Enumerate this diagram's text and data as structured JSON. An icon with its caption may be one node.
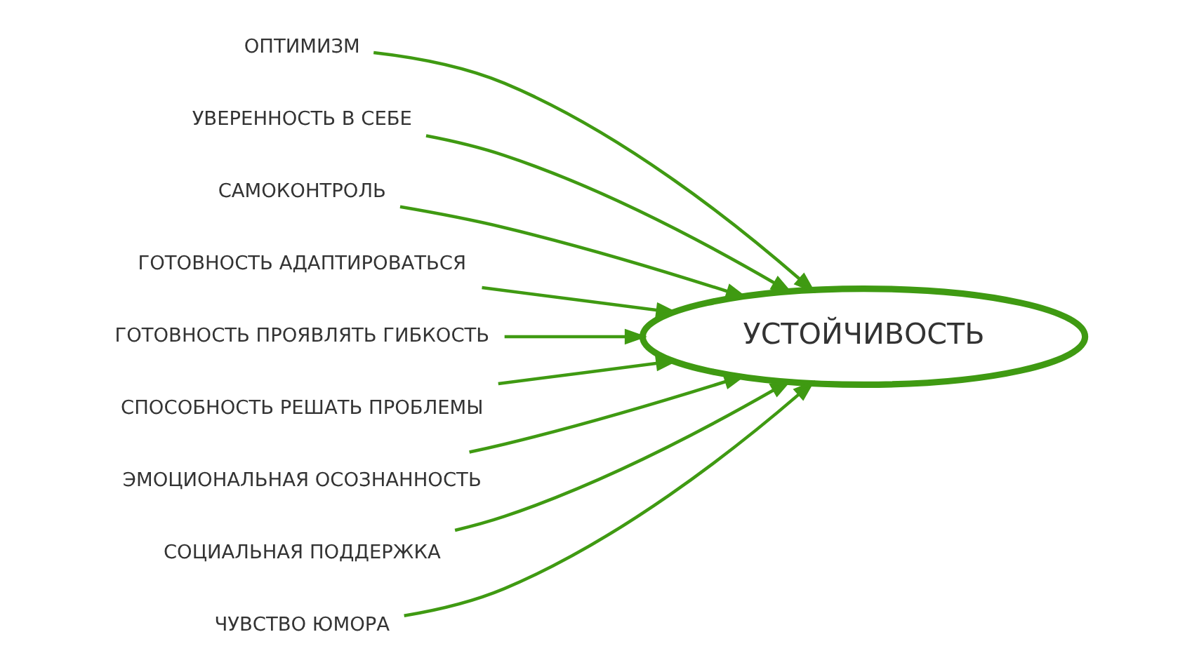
{
  "diagram": {
    "nodes": [
      {
        "text": [
          "ОПТИМИЗМ"
        ]
      },
      {
        "text": [
          "УВЕРЕННОСТЬ В СЕБЕ"
        ]
      },
      {
        "text": [
          "САМОКОНТРОЛЬ"
        ]
      },
      {
        "text": [
          "ГОТОВНОСТЬ АДАПТИРОВАТЬСЯ"
        ]
      },
      {
        "text": [
          "ГОТОВНОСТЬ ПРОЯВЛЯТЬ ГИБКОСТЬ"
        ]
      },
      {
        "text": [
          "УСТОЙЧИВОСТЬ"
        ]
      },
      {
        "text": [
          "СПОСОБНОСТЬ РЕШАТЬ ПРОБЛЕМЫ"
        ]
      },
      {
        "text": [
          "ЭМОЦИОНАЛЬНАЯ ОСОЗНАННОСТЬ"
        ]
      },
      {
        "text": [
          "СОЦИАЛЬНАЯ ПОДДЕРЖКА"
        ]
      },
      {
        "text": [
          "ЧУВСТВО ЮМОРА"
        ]
      }
    ],
    "edges": [
      {
        "from": 0,
        "to": 5,
        "arrow": "to"
      },
      {
        "from": 1,
        "to": 5,
        "arrow": "to"
      },
      {
        "from": 2,
        "to": 5,
        "arrow": "to"
      },
      {
        "from": 3,
        "to": 5,
        "arrow": "to"
      },
      {
        "from": 4,
        "to": 5,
        "arrow": "to"
      },
      {
        "from": 6,
        "to": 5,
        "arrow": "to"
      },
      {
        "from": 7,
        "to": 5,
        "arrow": "to"
      },
      {
        "from": 8,
        "to": 5,
        "arrow": "to"
      },
      {
        "from": 9,
        "to": 5,
        "arrow": "to"
      }
    ]
  }
}
